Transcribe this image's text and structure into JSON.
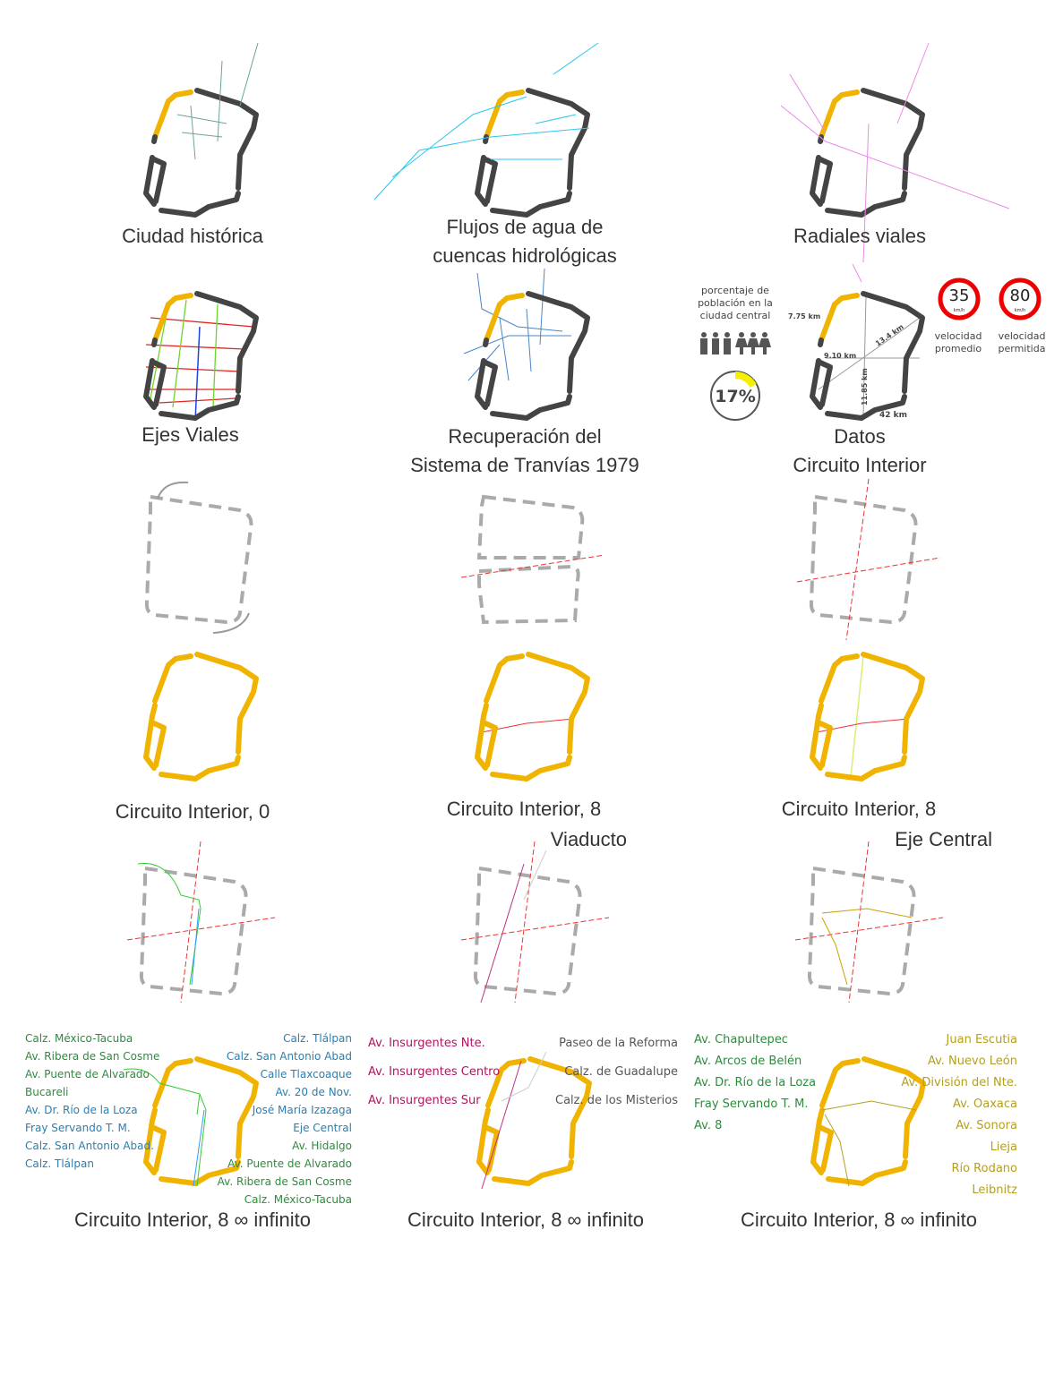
{
  "titles": {
    "p1": "Ciudad histórica",
    "p2a": "Flujos de agua de",
    "p2b": "cuencas hidrológicas",
    "p3": "Radiales viales",
    "p4": "Ejes Viales",
    "p5a": "Recuperación del",
    "p5b": "Sistema de Tranvías 1979",
    "p6a": "Datos",
    "p6b": "Circuito Interior",
    "c1": "Circuito Interior,  0",
    "c2": "Circuito Interior,  8",
    "c2b": "Viaducto",
    "c3": "Circuito Interior,  8",
    "c3b": "Eje Central",
    "i1": "Circuito Interior, 8 ∞ infinito",
    "i2": "Circuito Interior, 8 ∞ infinito",
    "i3": "Circuito Interior, 8 ∞ infinito"
  },
  "datos": {
    "pop_label": "porcentaje de población en la ciudad central",
    "pct": "17%",
    "pct_value": 17,
    "d1": "7.75 km",
    "d2": "9.10 km",
    "d3": "13.4 km",
    "d4": "11.85 km",
    "d5": "42 km",
    "speed1": "35",
    "speed2": "80",
    "unit": "km/h",
    "speed1_label": "velocidad promedio",
    "speed2_label": "velocidad permitida"
  },
  "list1_left": [
    "Calz. México-Tacuba",
    "Av. Ribera de San Cosme",
    "Av. Puente de Alvarado",
    "Bucareli",
    "Av. Dr. Río de la Loza",
    "Fray Servando T. M.",
    "Calz. San Antonio Abad.",
    "Calz. Tlálpan"
  ],
  "list1_right": [
    "Calz. Tlálpan",
    "Calz. San Antonio Abad",
    "Calle Tlaxcoaque",
    "Av. 20 de Nov.",
    "José María Izazaga",
    "Eje Central",
    "Av. Hidalgo",
    "Av. Puente de Alvarado",
    "Av. Ribera de San Cosme",
    "Calz. México-Tacuba"
  ],
  "list2_left": [
    "Av. Insurgentes Nte.",
    "Av. Insurgentes Centro",
    "Av. Insurgentes Sur"
  ],
  "list2_right": [
    "Paseo de la Reforma",
    "Calz. de Guadalupe",
    "Calz. de los Misterios"
  ],
  "list3_left": [
    "Av. Chapultepec",
    "Av. Arcos de Belén",
    "Av. Dr. Río de la Loza",
    "Fray Servando T. M.",
    "Av. 8"
  ],
  "list3_right": [
    "Juan Escutia",
    "Av. Nuevo León",
    "Av. División del Nte.",
    "Av. Oaxaca",
    "Av. Sonora",
    "Lieja",
    "Río Rodano",
    "Leibnitz"
  ],
  "colors": {
    "yellow": "#f0b400",
    "dark": "#444444",
    "gray": "#aaaaaa",
    "green": "#2e8b3e",
    "blue": "#2a7fb0",
    "magenta": "#b0145f",
    "olive": "#b4a01e"
  }
}
